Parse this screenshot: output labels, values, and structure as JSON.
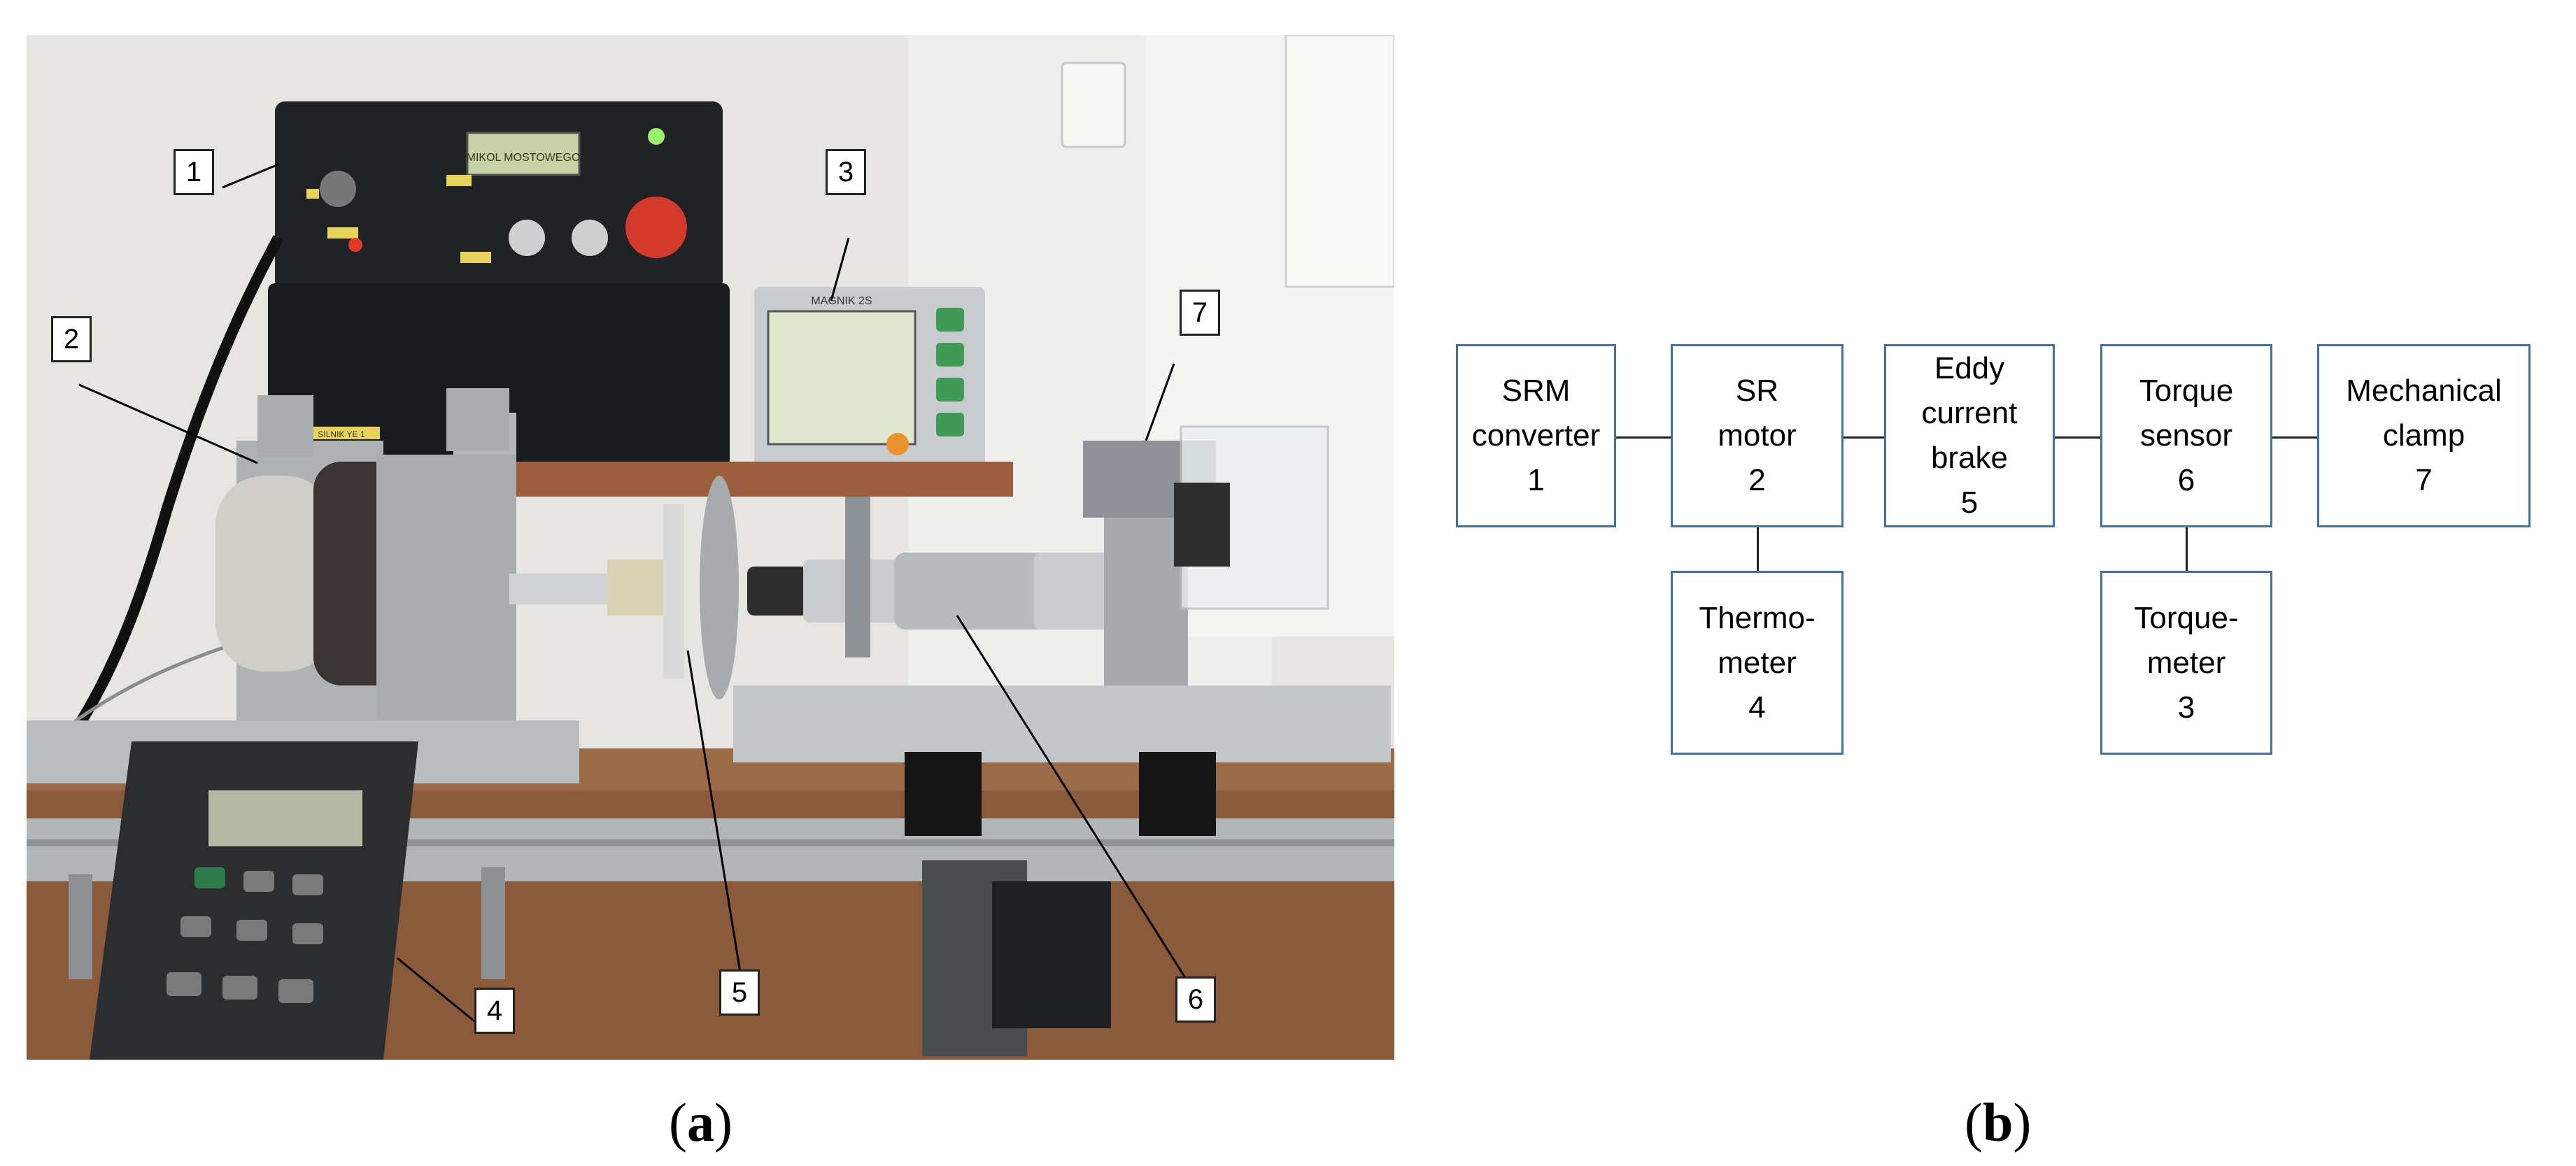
{
  "panel_a": {
    "label": "a",
    "callouts": [
      "1",
      "2",
      "3",
      "4",
      "5",
      "6",
      "7"
    ],
    "device_labels": {
      "converter_screen": "MIKOL MOSTOWEGO",
      "converter_tag": "SILNIK YE 1",
      "torquemeter_title": "MAGNIK 2S"
    }
  },
  "panel_b": {
    "label": "b",
    "blocks": [
      {
        "id": "srm-converter",
        "text": "SRM\nconverter\n1"
      },
      {
        "id": "sr-motor",
        "text": "SR\nmotor\n2"
      },
      {
        "id": "eddy-brake",
        "text": "Eddy\ncurrent\nbrake\n5"
      },
      {
        "id": "torque-sensor",
        "text": "Torque\nsensor\n6"
      },
      {
        "id": "mechanical-clamp",
        "text": "Mechanical\nclamp\n7"
      },
      {
        "id": "thermometer",
        "text": "Thermo-\nmeter\n4"
      },
      {
        "id": "torquemeter",
        "text": "Torque-\nmeter\n3"
      }
    ]
  },
  "colors": {
    "block_border": "#41719c",
    "wire": "#1f1f1f",
    "wall": "#e7e5e2",
    "table": "#8a5a3a",
    "aluminium": "#b9bdc0",
    "panel_black": "#202226"
  }
}
